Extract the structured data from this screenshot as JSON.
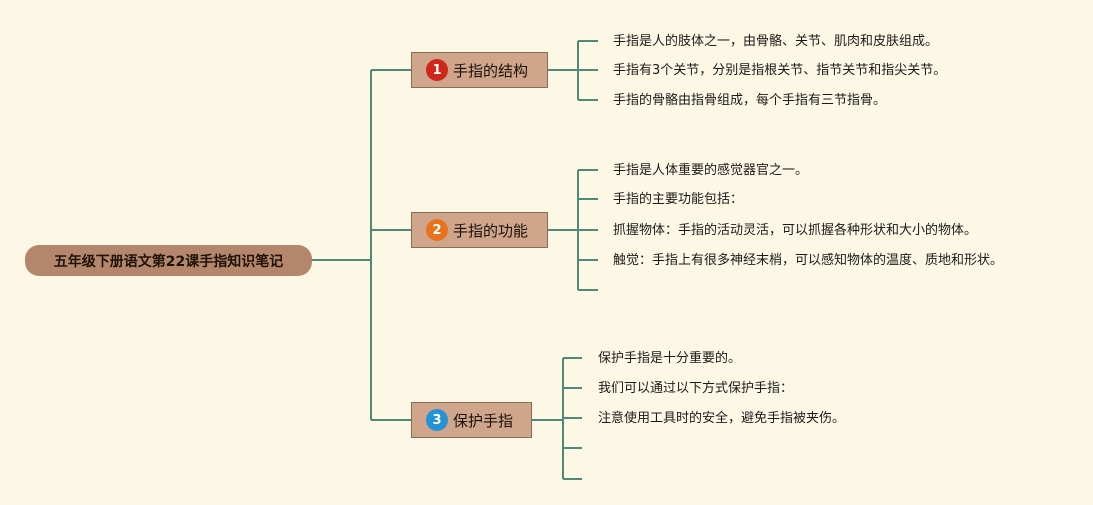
{
  "root": {
    "label": "五年级下册语文第22课手指知识笔记"
  },
  "branches": [
    {
      "number": "1",
      "label": "手指的结构",
      "badge_color": "#d0271b",
      "items": [
        "手指是人的肢体之一，由骨骼、关节、肌肉和皮肤组成。",
        "手指有3个关节，分别是指根关节、指节关节和指尖关节。",
        "手指的骨骼由指骨组成，每个手指有三节指骨。"
      ]
    },
    {
      "number": "2",
      "label": "手指的功能",
      "badge_color": "#e8731c",
      "items": [
        "手指是人体重要的感觉器官之一。",
        "手指的主要功能包括：",
        "抓握物体：手指的活动灵活，可以抓握各种形状和大小的物体。",
        "触觉：手指上有很多神经末梢，可以感知物体的温度、质地和形状。",
        ""
      ]
    },
    {
      "number": "3",
      "label": "保护手指",
      "badge_color": "#2493d4",
      "items": [
        "保护手指是十分重要的。",
        "我们可以通过以下方式保护手指：",
        "注意使用工具时的安全，避免手指被夹伤。",
        "",
        ""
      ]
    }
  ],
  "colors": {
    "connector": "#4e8a78",
    "root_fill": "#b4876c",
    "branch_fill": "#cfa58c"
  }
}
